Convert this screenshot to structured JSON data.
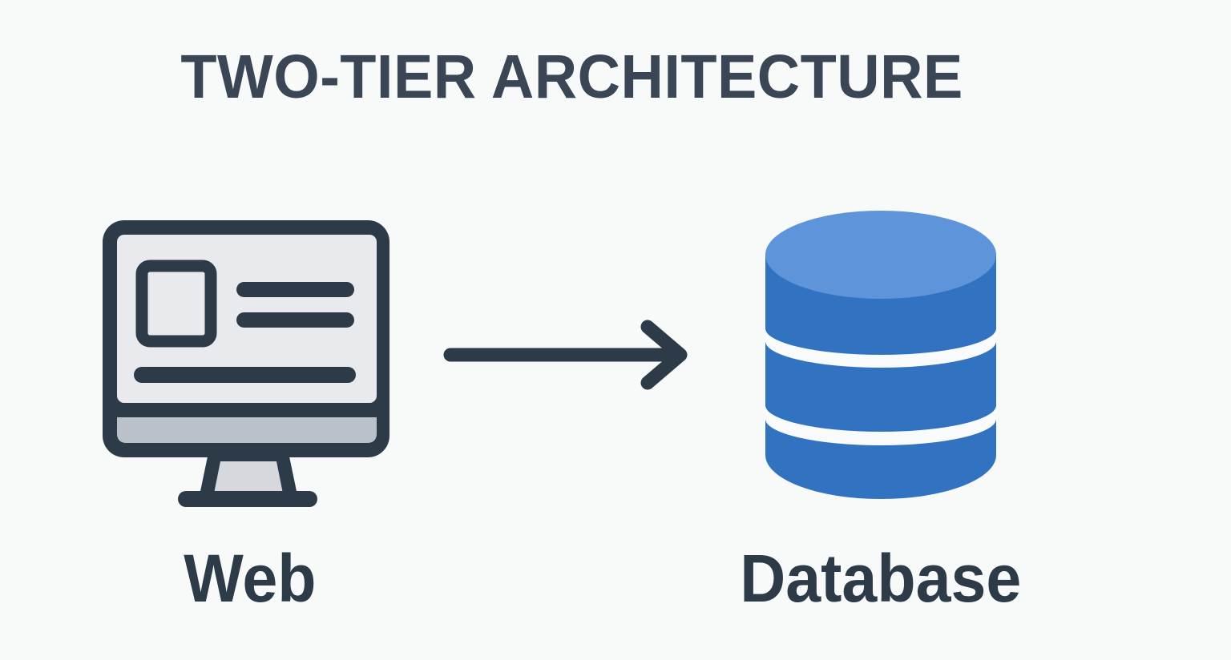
{
  "title": "TWO-TIER ARCHITECTURE",
  "diagram": {
    "type": "architecture-flow",
    "nodes": [
      {
        "id": "web",
        "label": "Web",
        "icon": "monitor-icon"
      },
      {
        "id": "database",
        "label": "Database",
        "icon": "database-cylinder-icon"
      }
    ],
    "connections": [
      {
        "from": "web",
        "to": "database",
        "style": "arrow",
        "direction": "right"
      }
    ]
  },
  "colors": {
    "background": "#F8FAF9",
    "ink": "#2D3B48",
    "title_ink": "#3A4656",
    "screen_fill": "#E8EAED",
    "bezel_gray": "#BAC1C9",
    "stand_gray": "#D5D9DE",
    "db_body": "#3173C1",
    "db_top": "#5E95DA",
    "db_gap": "#F9FAFB"
  }
}
